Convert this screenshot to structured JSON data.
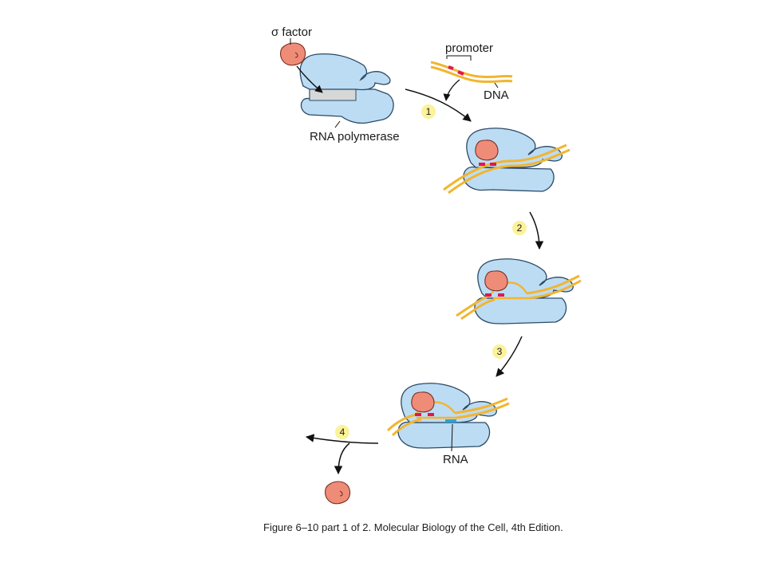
{
  "labels": {
    "sigma_factor": "σ factor",
    "promoter": "promoter",
    "dna": "DNA",
    "rna_polymerase": "RNA polymerase",
    "rna": "RNA"
  },
  "steps": [
    "1",
    "2",
    "3",
    "4"
  ],
  "caption": "Figure 6–10 part 1 of 2. Molecular Biology of the Cell, 4th Edition.",
  "colors": {
    "polymerase": "#bcdcf4",
    "polymerase_outline": "#2b4a66",
    "sigma": "#ef8c78",
    "dna": "#f2b530",
    "promoter": "#e0174f",
    "rna": "#2aa3d6",
    "step_badge": "#fbf29a",
    "channel": "#d6d8d8"
  },
  "icons": [
    "arrow-icon"
  ]
}
